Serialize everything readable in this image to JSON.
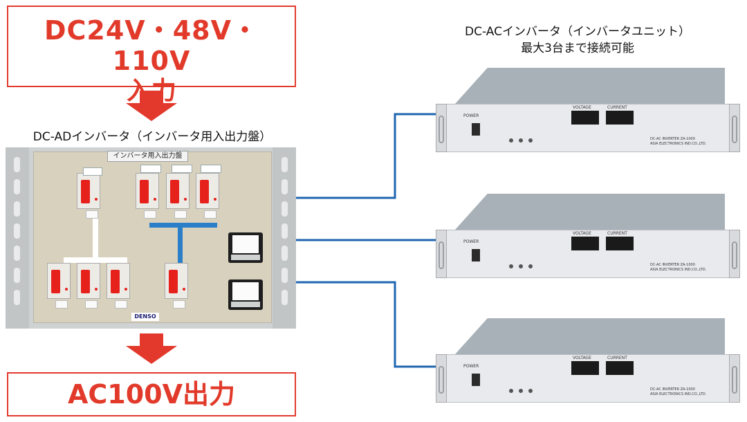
{
  "input_box": {
    "line1": "DC24V・48V・110V",
    "line2": "入力"
  },
  "output_box": {
    "line1": "AC100V出力"
  },
  "panel": {
    "caption": "DC-ADインバータ（インバータ用入出力盤）",
    "nameplate": "インバータ用入出力盤",
    "logo": "DENSO"
  },
  "inverters": {
    "caption_line1": "DC-ACインバータ（インバータユニット）",
    "caption_line2": "最大3台まで接続可能",
    "power_label": "POWER",
    "voltage_label": "VOLTAGE",
    "current_label": "CURRENT",
    "model_line1": "DC-AC  INVERTER  ZA-1000",
    "model_line2": "ASIA ELECTRONICS IND.CO.,LTD.",
    "count": 3
  },
  "colors": {
    "accent_red": "#e3392c",
    "connector_blue": "#1e66b0"
  }
}
